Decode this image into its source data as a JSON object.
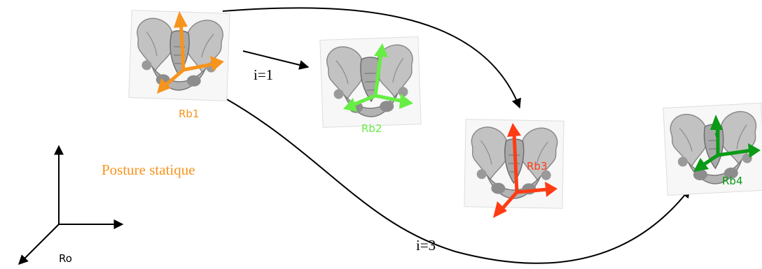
{
  "reference_frame": {
    "label": "Ro"
  },
  "static_posture_label": "Posture statique",
  "step_labels": {
    "first": "i=1",
    "third": "i=3"
  },
  "bodies": [
    {
      "label": "Rb1",
      "color": "#f7941d"
    },
    {
      "label": "Rb2",
      "color": "#66ee44"
    },
    {
      "label": "Rb3",
      "color": "#ff3b14"
    },
    {
      "label": "Rb4",
      "color": "#0a9a16"
    }
  ],
  "colors": {
    "arrow": "#000000",
    "bone": "#b9b9b9",
    "bone_shade": "#7e7e7e",
    "posture_text": "#f7941d"
  },
  "icon": "pelvis-bone-icon"
}
